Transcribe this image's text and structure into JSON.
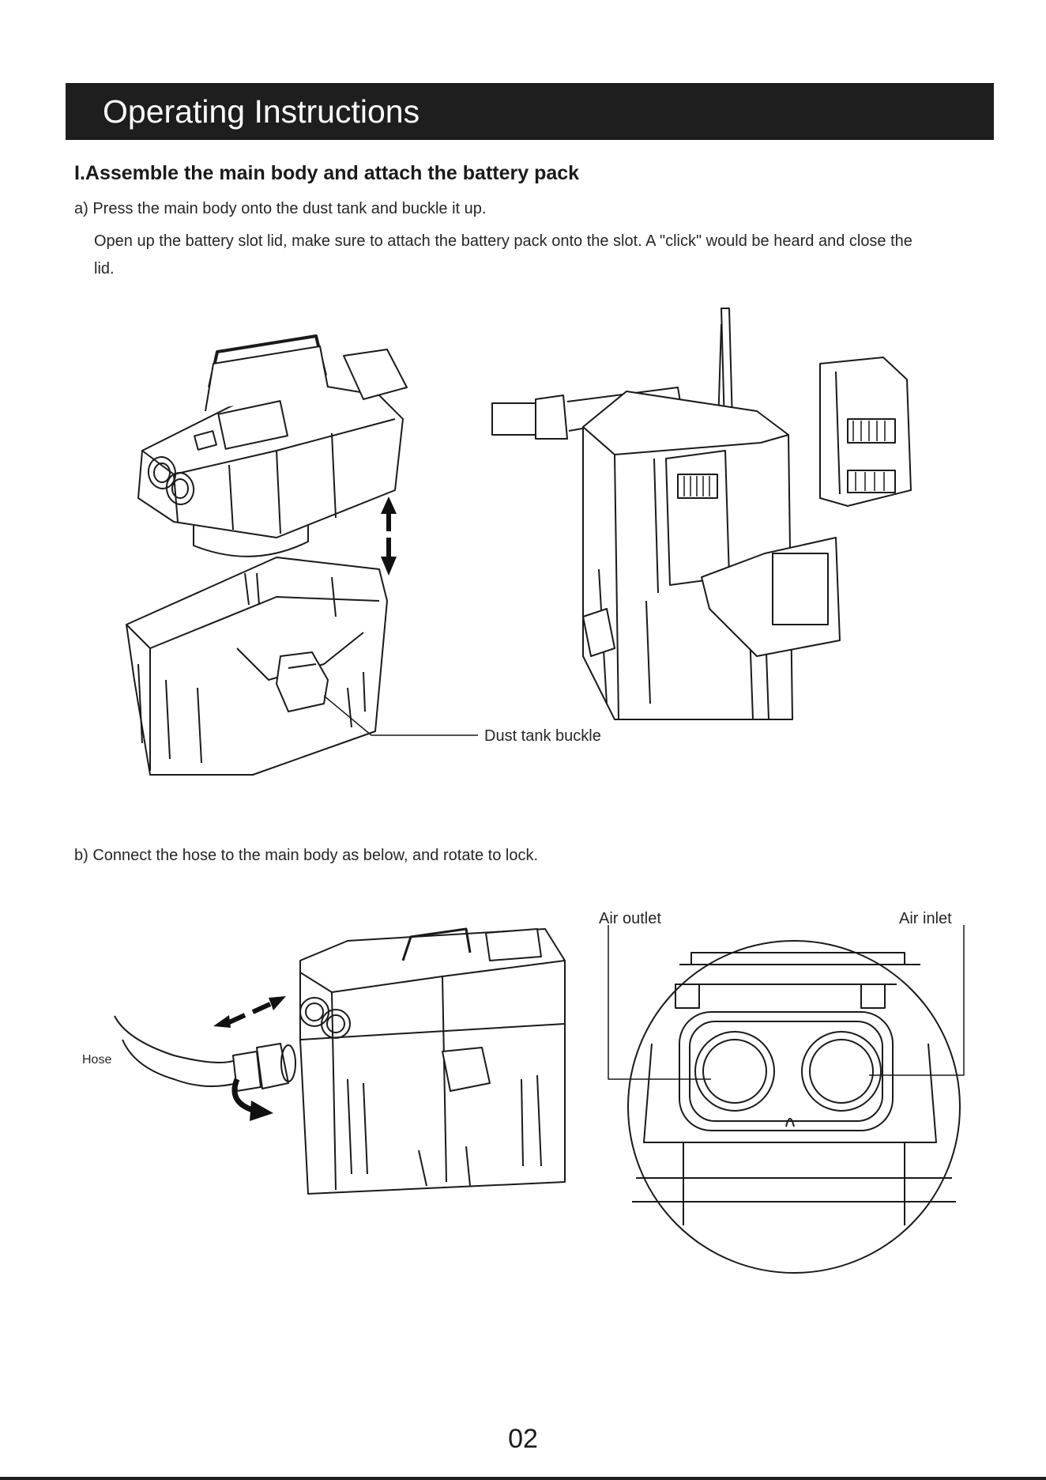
{
  "header": {
    "title": "Operating Instructions"
  },
  "section": {
    "heading": "I.Assemble the main body and attach the battery pack",
    "step_a_line1": "a) Press the main body onto the dust tank and buckle it up.",
    "step_a_line2": "Open up the battery slot lid, make sure to attach the battery pack onto the slot. A \"click\" would be heard and close the lid.",
    "step_b": "b) Connect the hose to the main body as below, and rotate to lock."
  },
  "figure_labels": {
    "dust_tank_buckle": "Dust tank buckle",
    "air_outlet": "Air outlet",
    "air_inlet": "Air inlet",
    "hose": "Hose"
  },
  "footer": {
    "page_number": "02"
  },
  "colors": {
    "header_background": "#1e1e1e",
    "header_text": "#ffffff",
    "line_art": "#1a1a1a"
  },
  "icons": [
    "up-down-arrow-icon",
    "push-pull-arrow-icon",
    "rotate-arrow-icon"
  ]
}
